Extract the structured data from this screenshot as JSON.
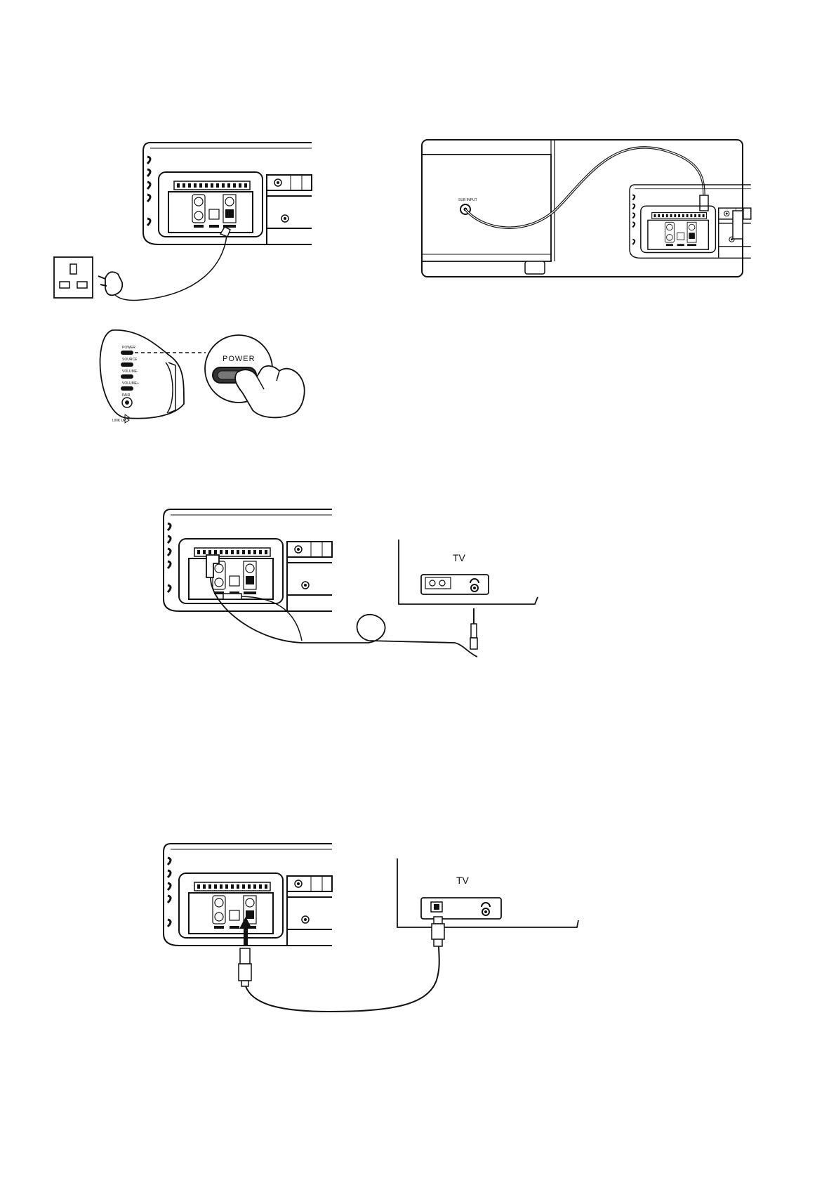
{
  "power_diagram": {
    "button_label": "POWER",
    "side_panel_labels": [
      "POWER",
      "SOURCE",
      "VOLUME-",
      "VOLUME+",
      "PAIR"
    ],
    "side_panel_bottom_label": "LINK UP"
  },
  "subwoofer_diagram": {
    "sub_input_label": "SUB INPUT"
  },
  "aux_diagram": {
    "tv_label": "TV"
  },
  "optical_diagram": {
    "tv_label": "TV"
  },
  "icons": {
    "wall_socket": "uk-wall-socket-icon",
    "plug": "power-plug-icon",
    "hand": "pressing-hand-icon",
    "headphone": "headphone-icon",
    "bluetooth": "bluetooth-icon"
  }
}
